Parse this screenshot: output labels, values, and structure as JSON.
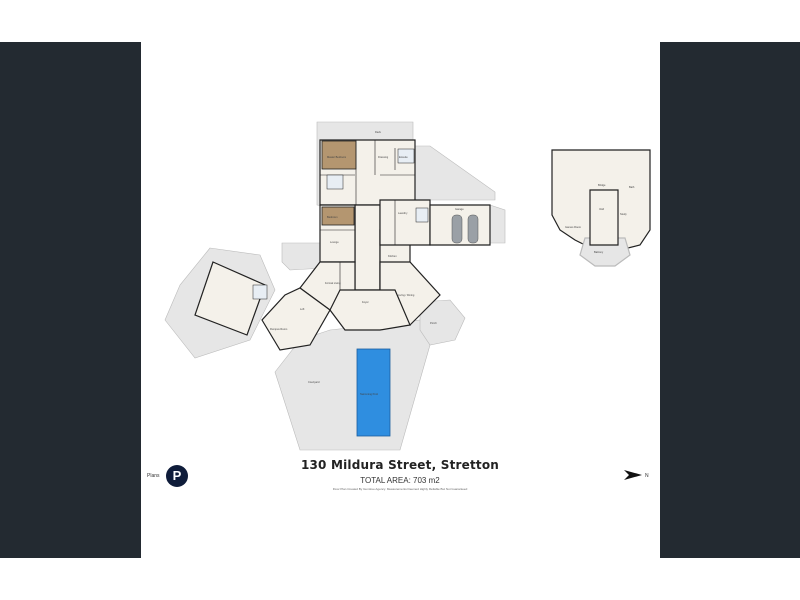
{
  "property": {
    "title": "130 Mildura Street, Stretton",
    "total_area": "TOTAL AREA: 703 m2",
    "disclaimer": "Floor Plan Created By Gumtree Agency. Measurements Deemed Highly Reliable But Not Guaranteed"
  },
  "logo": {
    "label": "Plans",
    "letter": "P",
    "color": "#0f1c3a"
  },
  "north": {
    "label": "N"
  },
  "rooms": {
    "deck": "Deck",
    "master_bedroom": "Master Bedroom",
    "dressing": "Dressing",
    "ensuite": "Ensuite",
    "bedroom": "Bedroom",
    "lounge": "Lounge",
    "kitchen": "Kitchen",
    "formal_living": "Formal Living",
    "foyer": "Foyer",
    "living_dining": "Living / Dining",
    "loft": "Loft",
    "rumpus": "Rumpus Room",
    "garage": "Garage",
    "laundry": "Laundry",
    "pool_label": "Swimming Pool",
    "courtyard": "Courtyard",
    "porch": "Porch",
    "study": "Study",
    "bath": "Bath",
    "games": "Games Room",
    "balcony": "Balcony",
    "bridge": "Bridge",
    "void": "Void"
  },
  "colors": {
    "wood_floor": "#b49670",
    "pool": "#2f8ee0",
    "wall": "#222222",
    "floor": "#f4f1ea",
    "exterior": "#e8e8e8",
    "band": "#232a31"
  }
}
